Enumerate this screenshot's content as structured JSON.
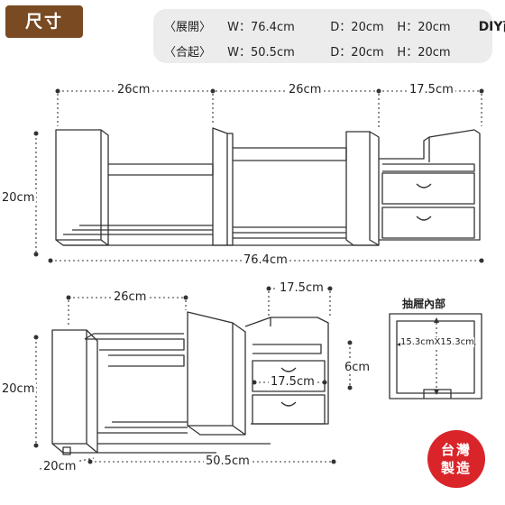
{
  "title": "尺寸",
  "specs": {
    "expanded": {
      "label": "〈展開〉",
      "w": "W：76.4cm",
      "d": "D：20cm",
      "h": "H：20cm",
      "note": "DIY商品"
    },
    "closed": {
      "label": "〈合起〉",
      "w": "W：50.5cm",
      "d": "D：20cm",
      "h": "H：20cm"
    }
  },
  "top_diagram": {
    "seg_left": "26cm",
    "seg_mid": "26cm",
    "seg_right": "17.5cm",
    "height": "20cm",
    "total": "76.4cm"
  },
  "bottom_diagram": {
    "width_top": "26cm",
    "drawer_width": "17.5cm",
    "drawer_height": "6cm",
    "drawer_inner_width": "17.5cm",
    "height": "20cm",
    "depth": "20cm",
    "total": "50.5cm"
  },
  "drawer_inner": {
    "title": "抽屜內部",
    "size": "15.3cmX15.3cm"
  },
  "badge": {
    "line1": "台灣",
    "line2": "製造"
  }
}
